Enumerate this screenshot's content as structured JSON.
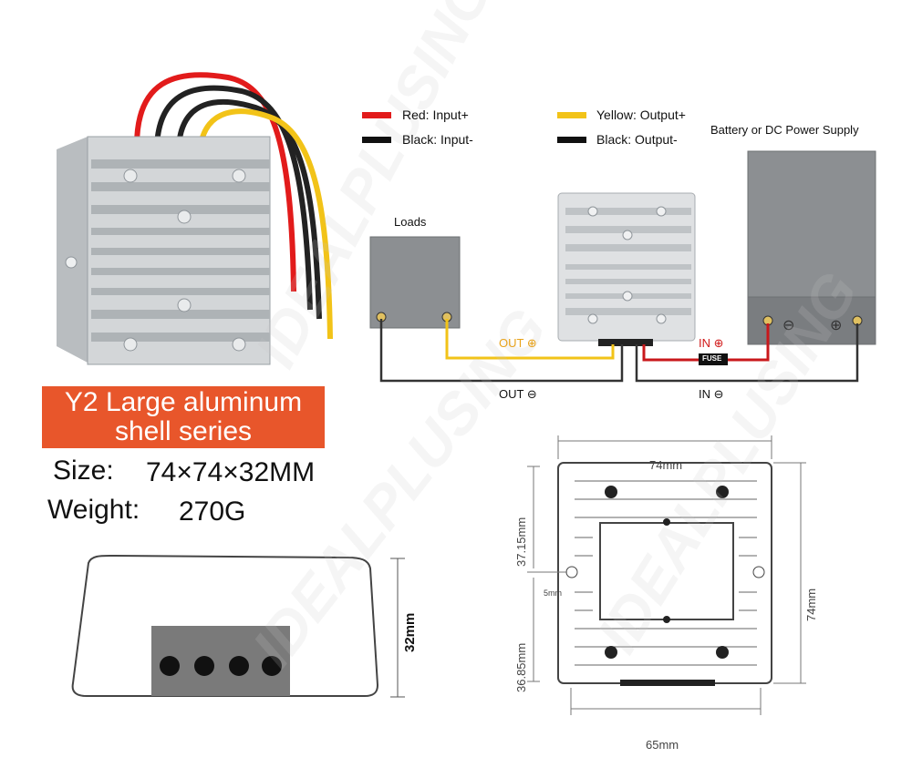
{
  "legend": {
    "red": {
      "label": "Red: Input+",
      "color": "#e21b1b"
    },
    "black_in": {
      "label": "Black: Input-",
      "color": "#111111"
    },
    "yellow": {
      "label": "Yellow: Output+",
      "color": "#f2c318"
    },
    "black_out": {
      "label": "Black: Output-",
      "color": "#111111"
    }
  },
  "wiring": {
    "battery_label": "Battery or DC Power Supply",
    "loads_label": "Loads",
    "out_plus": "OUT ⊕",
    "out_minus": "OUT ⊖",
    "in_plus": "IN ⊕",
    "in_minus": "IN ⊖",
    "fuse": "FUSE"
  },
  "product": {
    "series_line1": "Y2 Large aluminum",
    "series_line2": "shell series",
    "size_key": "Size:",
    "size_value": "74×74×32MM",
    "weight_key": "Weight:",
    "weight_value": "270G"
  },
  "dimensions": {
    "height": "32mm",
    "top_width": "74mm",
    "side_height": "74mm",
    "upper_offset": "37.15mm",
    "lower_offset": "36.85mm",
    "hole": "5mm",
    "bottom_width": "65mm"
  },
  "watermark": "IDEALPLUSING",
  "colors": {
    "accent": "#e8562b",
    "red_wire": "#e21b1b",
    "yellow_wire": "#f2c318",
    "black_wire": "#222222",
    "aluminum": "#cfd2d4"
  }
}
